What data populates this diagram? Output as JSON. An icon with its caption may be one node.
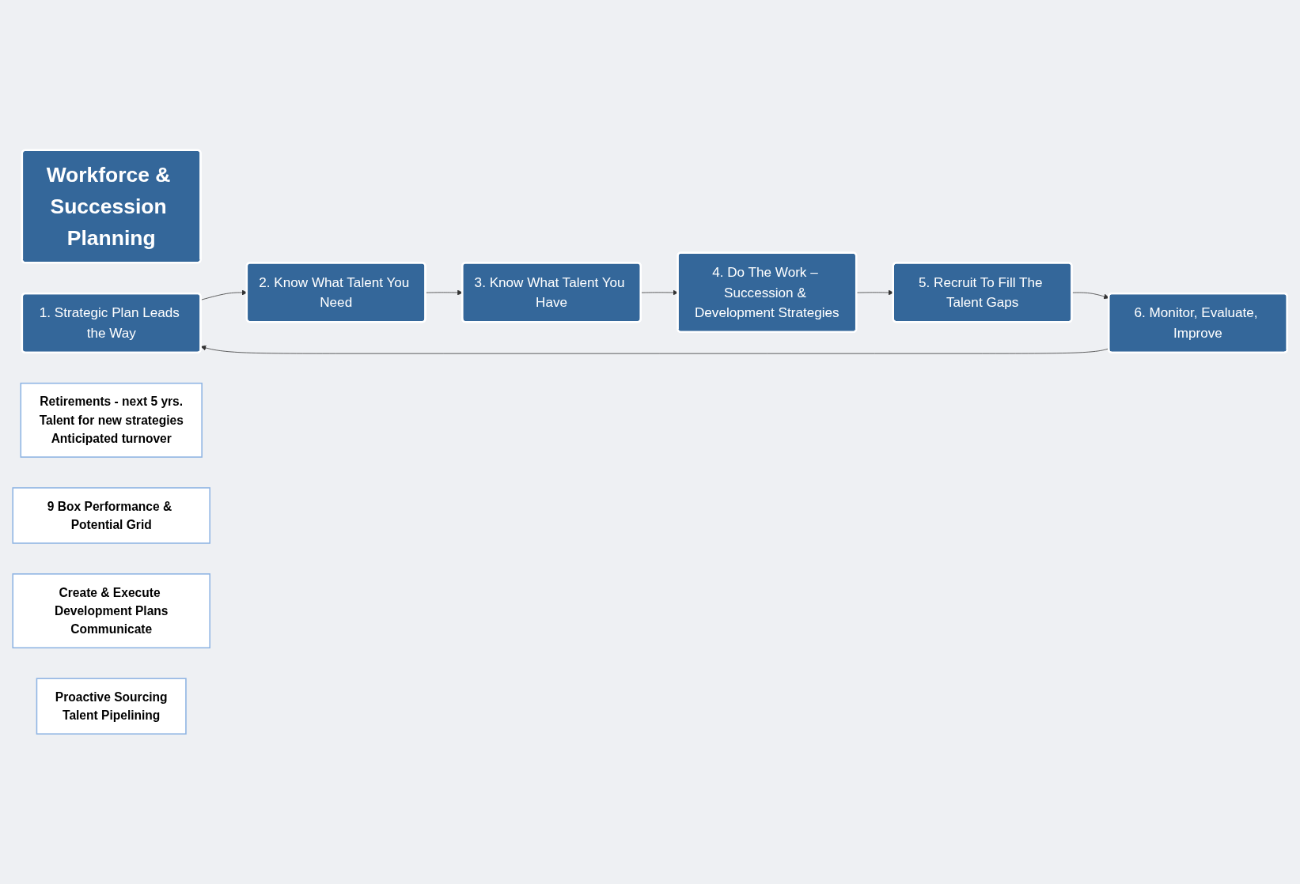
{
  "diagram": {
    "nodes": [
      {
        "text": [
          "Workforce & Succession Planning"
        ]
      },
      {
        "text": [
          "1. Strategic Plan Leads the Way"
        ]
      },
      {
        "text": [
          "2. Know What Talent You Need"
        ]
      },
      {
        "text": [
          "Retirements - next 5 yrs.",
          "Talent for new strategies",
          "Anticipated turnover"
        ]
      },
      {
        "text": [
          "3. Know What Talent You Have"
        ]
      },
      {
        "text": [
          "9 Box Performance & Potential Grid"
        ]
      },
      {
        "text": [
          "4. Do The Work – Succession & Development Strategies"
        ]
      },
      {
        "text": [
          "Create & Execute Development Plans",
          "Communicate"
        ]
      },
      {
        "text": [
          "5. Recruit To Fill The Talent Gaps"
        ]
      },
      {
        "text": [
          "Proactive Sourcing",
          "Talent Pipelining"
        ]
      },
      {
        "text": [
          "6. Monitor, Evaluate, Improve"
        ]
      }
    ],
    "edges": [
      {
        "from": 1,
        "to": 2,
        "arrow": "to"
      },
      {
        "from": 2,
        "to": 4,
        "arrow": "to"
      },
      {
        "from": 4,
        "to": 6,
        "arrow": "to"
      },
      {
        "from": 6,
        "to": 8,
        "arrow": "to"
      },
      {
        "from": 8,
        "to": 10,
        "arrow": "to"
      },
      {
        "from": 10,
        "to": 1,
        "arrow": "to"
      }
    ]
  }
}
